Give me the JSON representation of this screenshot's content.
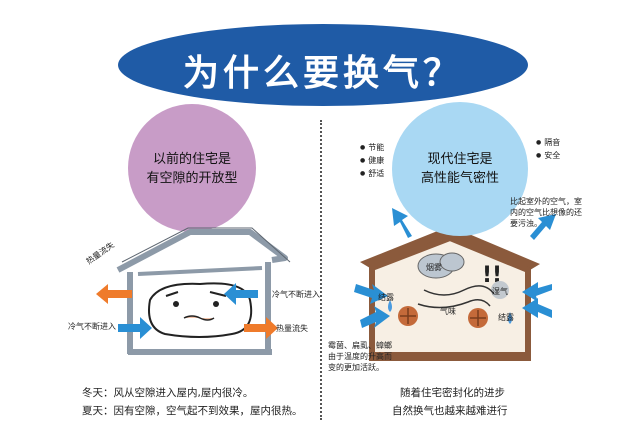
{
  "title": "为什么要换气？",
  "old_house": {
    "bubble_line1": "以前的住宅是",
    "bubble_line2": "有空隙的开放型",
    "labels": {
      "heat_loss_left": "热量流失",
      "cold_in_right": "冷气不断进入",
      "cold_in_left": "冷气不断进入",
      "heat_loss_right": "热量流失"
    },
    "captions": {
      "winter": "冬天：风从空隙进入屋内,屋内很冷。",
      "summer": "夏天：因有空隙，空气起不到效果，屋内很热。"
    }
  },
  "new_house": {
    "bubble_line1": "现代住宅是",
    "bubble_line2": "高性能气密性",
    "features_left": [
      "节能",
      "健康",
      "舒适"
    ],
    "features_right": [
      "隔音",
      "安全"
    ],
    "note": [
      "比起室外的空气，室",
      "内的空气比想像的还",
      "要污浊。"
    ],
    "labels": {
      "smoke": "烟雾",
      "dew_left": "结露",
      "moisture": "湿气",
      "odor": "气味",
      "dew_right": "结露"
    },
    "mold_note": [
      "霉菌、扁虱、蟑螂",
      "由于温度的升高而",
      "变的更加活跃。"
    ],
    "captions": {
      "line1": "随着住宅密封化的进步",
      "line2": "自然换气也越来越难进行"
    }
  },
  "colors": {
    "title_bg": "#1f5ba6",
    "old_bubble": "#c89cc7",
    "new_bubble": "#a9d8f3",
    "heat_arrow": "#ef7b2b",
    "cold_arrow": "#2a8fd4",
    "house_wall": "#8b5a3c",
    "house_frame": "#8d9aa8"
  }
}
